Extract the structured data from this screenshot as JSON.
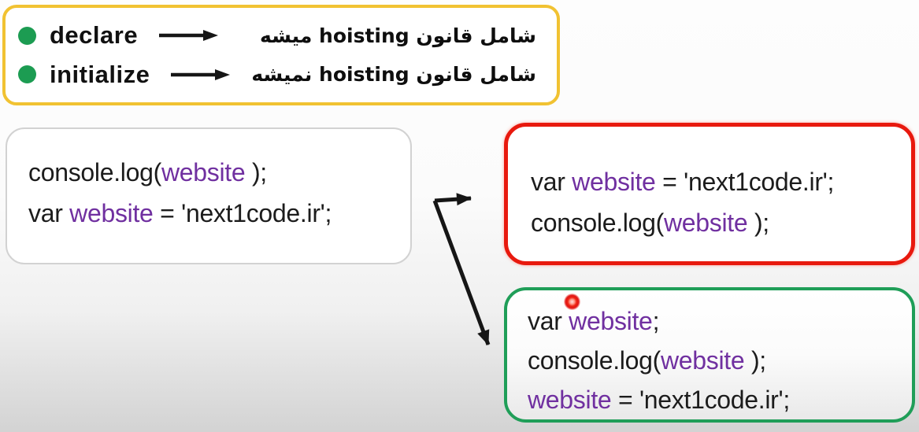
{
  "colors": {
    "purple": "#7030a0",
    "code_black": "#1c1c1c",
    "yellow_border": "#f1c232",
    "gray_border": "#d2d2d2",
    "red_border": "#e8190e",
    "green_border": "#1f9e58",
    "bullet_green": "#1c9c52",
    "arrow_black": "#161616",
    "laser_red": "#ee1111"
  },
  "legend": {
    "rows": [
      {
        "term": "declare",
        "note_fa": "شامل قانون hoisting میشه"
      },
      {
        "term": "initialize",
        "note_fa": "شامل قانون hoisting نمیشه"
      }
    ]
  },
  "code_boxes": [
    {
      "id": "source-code-box",
      "border": "gray",
      "lines": [
        [
          {
            "t": "console.log(",
            "k": "plain"
          },
          {
            "t": "website",
            "k": "var"
          },
          {
            "t": " );",
            "k": "plain"
          }
        ],
        [
          {
            "t": "var ",
            "k": "plain"
          },
          {
            "t": "website",
            "k": "var"
          },
          {
            "t": " = 'next1code.ir';",
            "k": "plain"
          }
        ]
      ]
    },
    {
      "id": "hoisting-applies-box",
      "border": "red",
      "lines": [
        [
          {
            "t": "var ",
            "k": "plain"
          },
          {
            "t": "website",
            "k": "var"
          },
          {
            "t": " = 'next1code.ir';",
            "k": "plain"
          }
        ],
        [
          {
            "t": "console.log(",
            "k": "plain"
          },
          {
            "t": "website",
            "k": "var"
          },
          {
            "t": " );",
            "k": "plain"
          }
        ]
      ]
    },
    {
      "id": "hoisting-result-box",
      "border": "green",
      "lines": [
        [
          {
            "t": "var ",
            "k": "plain"
          },
          {
            "t": "website",
            "k": "var"
          },
          {
            "t": ";",
            "k": "plain"
          }
        ],
        [
          {
            "t": "console.log(",
            "k": "plain"
          },
          {
            "t": "website",
            "k": "var"
          },
          {
            "t": " );",
            "k": "plain"
          }
        ],
        [
          {
            "t": "website",
            "k": "var"
          },
          {
            "t": " = 'next1code.ir';",
            "k": "plain"
          }
        ]
      ]
    }
  ]
}
